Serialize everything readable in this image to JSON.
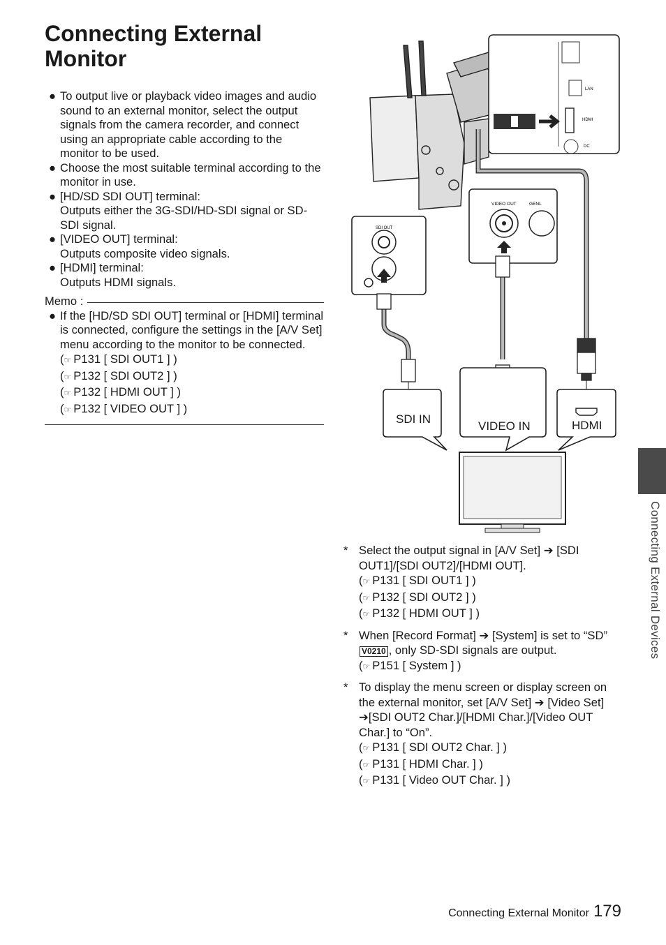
{
  "title": "Connecting External Monitor",
  "left": {
    "bullets": [
      {
        "text": "To output live or playback video images and audio sound to an external monitor, select the output signals from the camera recorder, and connect using an appropriate cable according to the monitor to be used."
      },
      {
        "text": "Choose the most suitable terminal according to the monitor in use."
      },
      {
        "text": "[HD/SD SDI OUT] terminal:",
        "sub": "Outputs either the 3G-SDI/HD-SDI signal or SD-SDI signal."
      },
      {
        "text": "[VIDEO OUT] terminal:",
        "sub": "Outputs composite video signals."
      },
      {
        "text": "[HDMI] terminal:",
        "sub": "Outputs HDMI signals."
      }
    ],
    "memo_label": "Memo :",
    "memo_bullet": "If the [HD/SD SDI OUT] terminal or [HDMI] terminal is connected, configure the settings in the [A/V Set] menu according to the monitor to be connected.",
    "memo_refs": [
      "P131 [ SDI OUT1 ] )",
      "P132 [ SDI OUT2 ] )",
      "P132 [ HDMI OUT ] )",
      "P132 [ VIDEO OUT ] )"
    ]
  },
  "diagram": {
    "port_labels": {
      "sdi": "SDI IN",
      "video": "VIDEO IN",
      "hdmi": "HDMI"
    },
    "panel_labels": {
      "lan": "LAN",
      "hdmi": "HDMI",
      "dc": "DC",
      "video_out": "VIDEO OUT",
      "genlock": "GENL",
      "sdi_out": "SDI OUT"
    },
    "colors": {
      "cable_dark": "#333333",
      "cable_light": "#b8b8b8",
      "panel_border": "#222222"
    }
  },
  "right": {
    "note1": {
      "text": "Select the output signal in [A/V Set] ➔ [SDI OUT1]/[SDI OUT2]/[HDMI OUT].",
      "refs": [
        "P131 [ SDI OUT1 ] )",
        "P132 [ SDI OUT2 ] )",
        "P132 [ HDMI OUT ] )"
      ]
    },
    "note2": {
      "text_a": "When [Record Format] ➔ [System] is set to “SD”",
      "badge": "V0210",
      "text_b": ", only SD-SDI signals are output.",
      "refs": [
        "P151 [ System ] )"
      ]
    },
    "note3": {
      "text": "To display the menu screen or display screen on the external monitor, set [A/V Set] ➔ [Video Set] ➔[SDI OUT2 Char.]/[HDMI Char.]/[Video OUT Char.] to “On”.",
      "refs": [
        "P131 [ SDI OUT2 Char. ] )",
        "P131 [ HDMI Char. ] )",
        "P131 [ Video OUT Char. ] )"
      ]
    }
  },
  "side_tab_text": "Connecting External Devices",
  "footer": {
    "text": "Connecting External Monitor",
    "page": "179"
  }
}
